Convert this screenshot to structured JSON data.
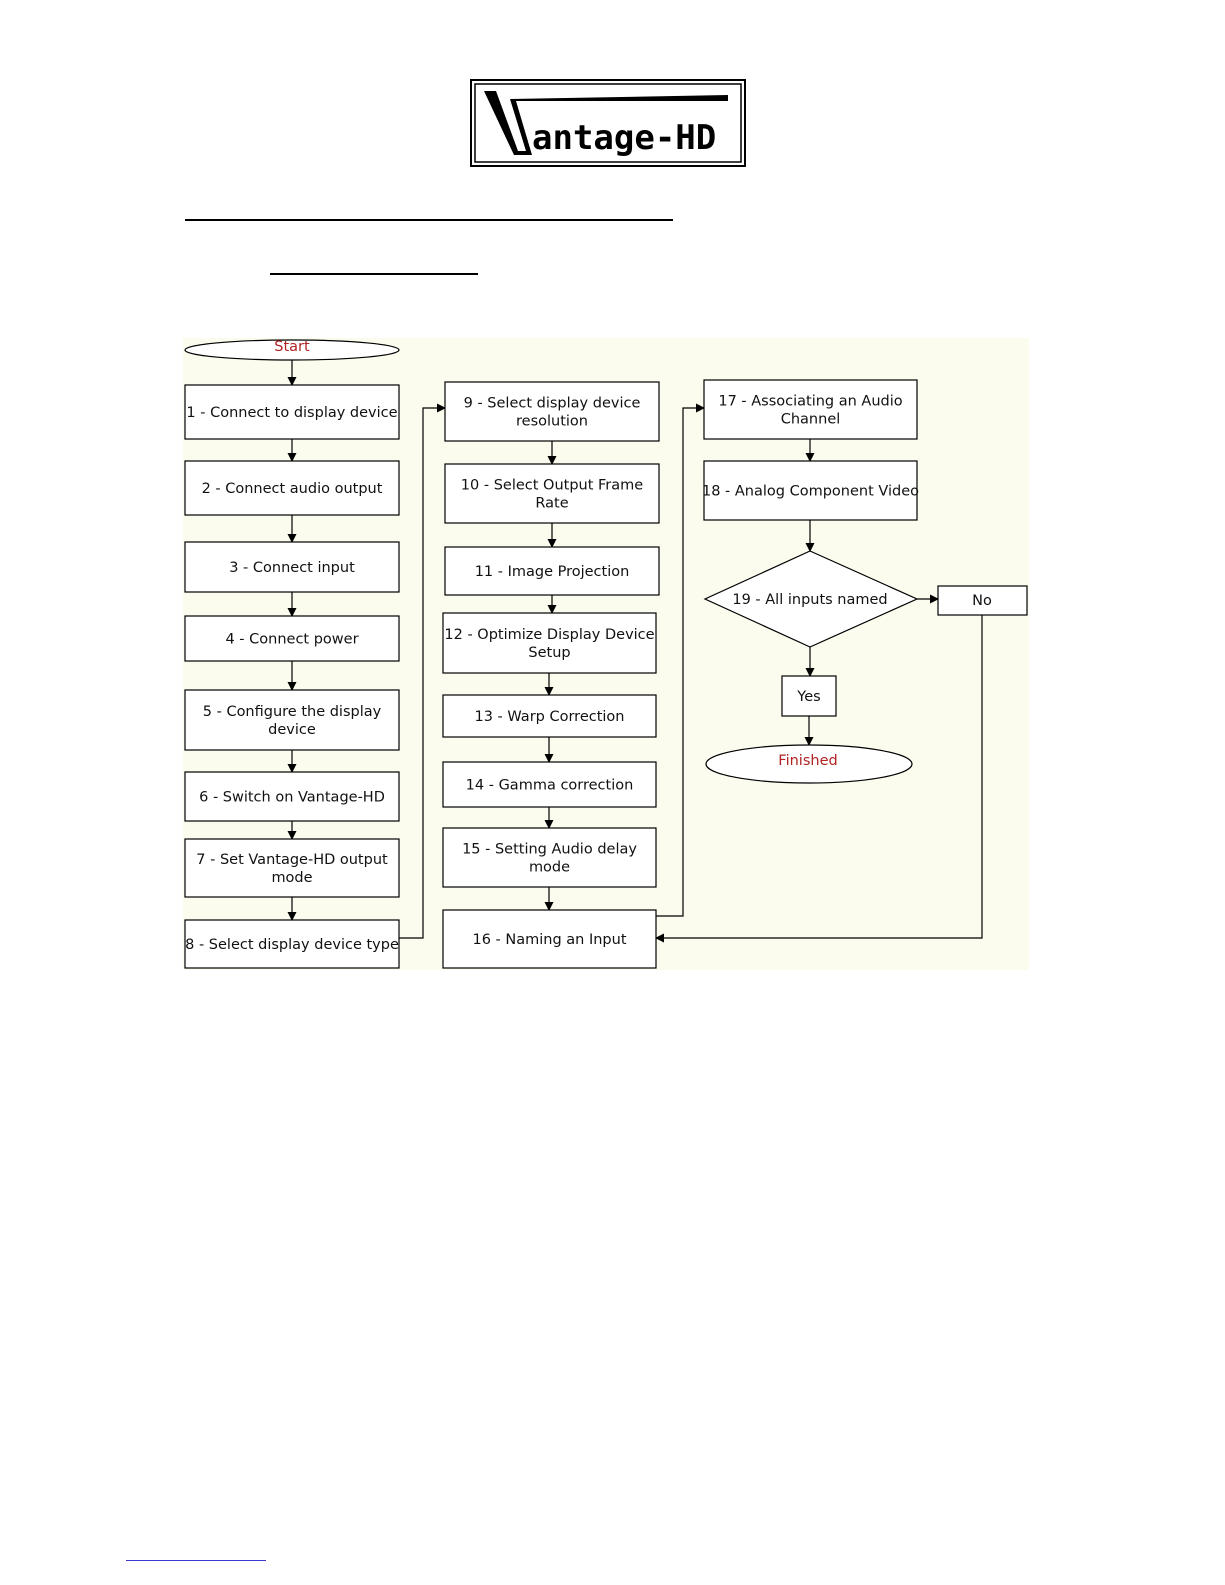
{
  "logo": {
    "text": "antage-HD"
  },
  "flowchart": {
    "start": "Start",
    "finished": "Finished",
    "steps": [
      {
        "lines": [
          "1 - Connect to display device"
        ]
      },
      {
        "lines": [
          "2 - Connect audio output"
        ]
      },
      {
        "lines": [
          "3 - Connect input"
        ]
      },
      {
        "lines": [
          "4 - Connect power"
        ]
      },
      {
        "lines": [
          "5 - Configure the display",
          "device"
        ]
      },
      {
        "lines": [
          "6 - Switch on Vantage-HD"
        ]
      },
      {
        "lines": [
          "7 - Set Vantage-HD output",
          "mode"
        ]
      },
      {
        "lines": [
          "8 - Select display device type"
        ]
      },
      {
        "lines": [
          "9 - Select display device",
          "resolution"
        ]
      },
      {
        "lines": [
          "10 - Select Output Frame",
          "Rate"
        ]
      },
      {
        "lines": [
          "11 - Image Projection"
        ]
      },
      {
        "lines": [
          "12 - Optimize Display Device",
          "Setup"
        ]
      },
      {
        "lines": [
          "13 - Warp Correction"
        ]
      },
      {
        "lines": [
          "14 - Gamma correction"
        ]
      },
      {
        "lines": [
          "15 - Setting Audio delay",
          "mode"
        ]
      },
      {
        "lines": [
          "16 - Naming an Input"
        ]
      },
      {
        "lines": [
          "17 - Associating an Audio",
          "Channel"
        ]
      },
      {
        "lines": [
          "18 - Analog Component Video"
        ]
      }
    ],
    "decision": "19 - All inputs named",
    "yes": "Yes",
    "no": "No"
  },
  "colors": {
    "diagram_background": "#fbfbee",
    "terminal_text": "#b22222"
  }
}
